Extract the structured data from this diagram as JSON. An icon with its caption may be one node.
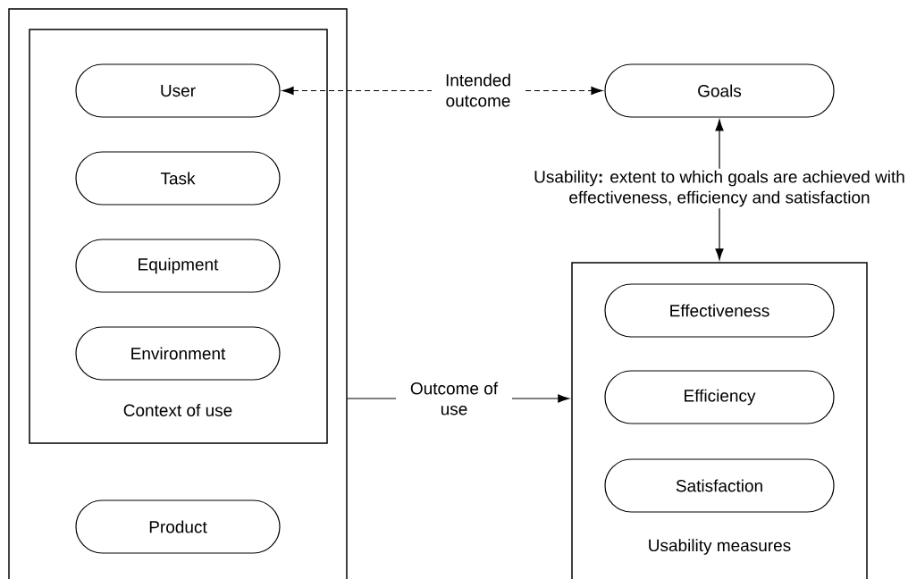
{
  "diagram": {
    "nodes": [
      {
        "text": [],
        "shape": "box"
      },
      {
        "text": [
          "Context of use"
        ],
        "in": 0
      },
      {
        "text": [
          "User"
        ],
        "in": 1
      },
      {
        "text": [
          "Task"
        ],
        "in": 1
      },
      {
        "text": [
          "Equipment"
        ],
        "in": 1
      },
      {
        "text": [
          "Environment"
        ],
        "in": 1
      },
      {
        "text": [
          "Product"
        ],
        "in": 0
      },
      {
        "text": [
          "Goals"
        ]
      },
      {
        "text": [
          "Usability measures"
        ]
      },
      {
        "text": [
          "Effectiveness"
        ],
        "in": 8
      },
      {
        "text": [
          "Efficiency"
        ],
        "in": 8
      },
      {
        "text": [
          "Satisfaction"
        ],
        "in": 8
      }
    ],
    "edges": [
      {
        "from": 2,
        "to": 7,
        "arrow": "both",
        "style": "dashed",
        "label": "Intended outcome"
      },
      {
        "from": 7,
        "to": 8,
        "arrow": "both",
        "label": "Usability**:** extent to which goals are achieved with effectiveness, efficiency and satisfaction"
      },
      {
        "from": 0,
        "to": 8,
        "arrow": "to",
        "label": "Outcome of use"
      }
    ]
  }
}
